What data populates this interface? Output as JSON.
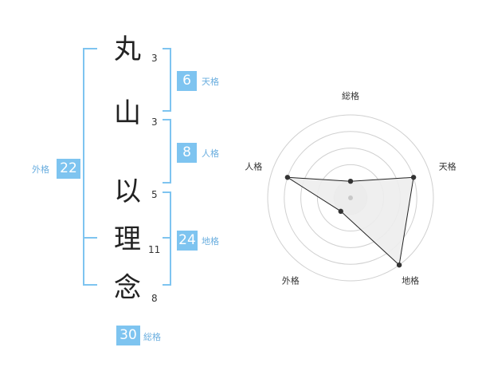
{
  "name": {
    "chars": [
      {
        "char": "丸",
        "strokes": "3"
      },
      {
        "char": "山",
        "strokes": "3"
      },
      {
        "char": "以",
        "strokes": "5"
      },
      {
        "char": "理",
        "strokes": "11"
      },
      {
        "char": "念",
        "strokes": "8"
      }
    ]
  },
  "fortune": {
    "ten": {
      "value": "6",
      "label": "天格"
    },
    "jin": {
      "value": "8",
      "label": "人格"
    },
    "chi": {
      "value": "24",
      "label": "地格"
    },
    "gai": {
      "value": "22",
      "label": "外格"
    },
    "total": {
      "value": "30",
      "label": "総格"
    }
  },
  "radar": {
    "axes": [
      "総格",
      "天格",
      "地格",
      "外格",
      "人格"
    ],
    "levels": [
      1,
      4,
      5,
      1,
      4
    ],
    "max_level": 5
  },
  "colors": {
    "accent": "#7ec4f0",
    "label": "#6aaedf"
  }
}
